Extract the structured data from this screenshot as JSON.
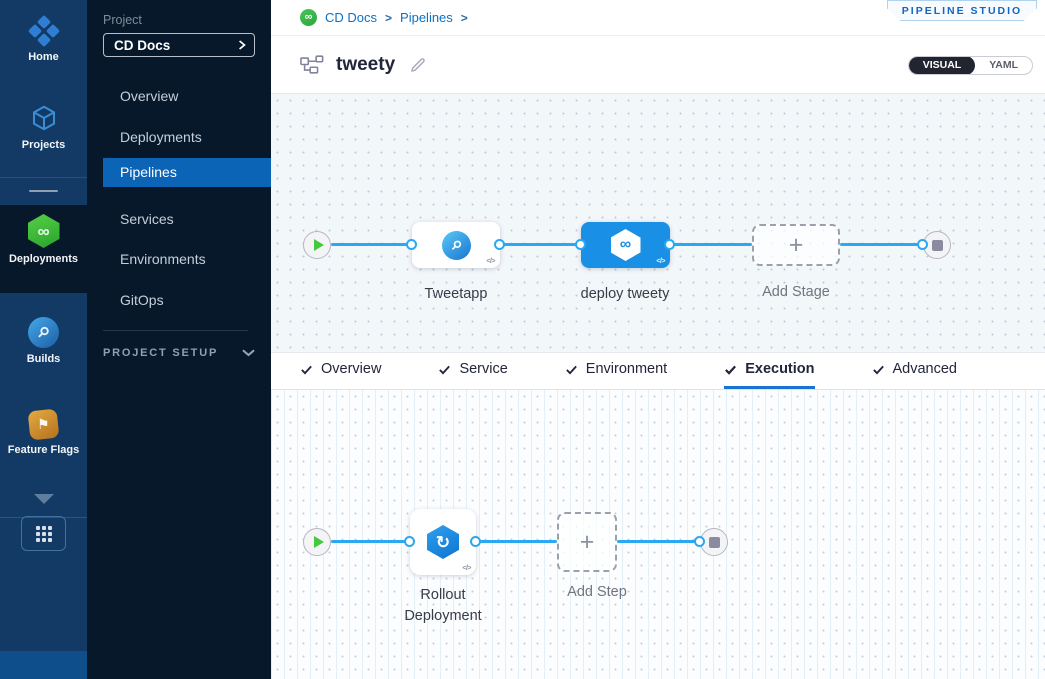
{
  "icons": {
    "code": "</>",
    "infinity": "∞",
    "rolling": "↻",
    "flag": "⚑",
    "plus": "+",
    "separator": ">"
  },
  "rail": {
    "items": [
      {
        "label": "Home"
      },
      {
        "label": "Projects"
      },
      {
        "label": "Deployments"
      },
      {
        "label": "Builds"
      },
      {
        "label": "Feature Flags"
      }
    ],
    "selected": "Deployments"
  },
  "project_nav": {
    "section_label": "Project",
    "project_name": "CD Docs",
    "items": [
      "Overview",
      "Deployments",
      "Pipelines",
      "Services",
      "Environments",
      "GitOps"
    ],
    "selected_item": "Pipelines",
    "setup_label": "PROJECT SETUP"
  },
  "header": {
    "breadcrumb": {
      "crumbs": [
        "CD Docs",
        "Pipelines"
      ]
    },
    "studio_badge": "PIPELINE STUDIO",
    "pipeline_name": "tweety",
    "view_toggle": {
      "visual": "VISUAL",
      "yaml": "YAML",
      "active": "VISUAL"
    }
  },
  "stage_canvas": {
    "stages": [
      {
        "name": "Tweetapp",
        "type": "build"
      },
      {
        "name": "deploy tweety",
        "type": "deploy",
        "selected": true
      }
    ],
    "add_stage_label": "Add Stage"
  },
  "tabs": {
    "items": [
      "Overview",
      "Service",
      "Environment",
      "Execution",
      "Advanced"
    ],
    "active": "Execution"
  },
  "execution_canvas": {
    "steps": [
      {
        "name": "Rollout Deployment"
      }
    ],
    "add_step_label": "Add Step"
  },
  "colors": {
    "accent_blue": "#0b72c4",
    "node_blue": "#1a8fe6",
    "connector_blue": "#2aa8f2",
    "nav_selected_blue": "#0c64b6",
    "module_green": "#42c940"
  }
}
